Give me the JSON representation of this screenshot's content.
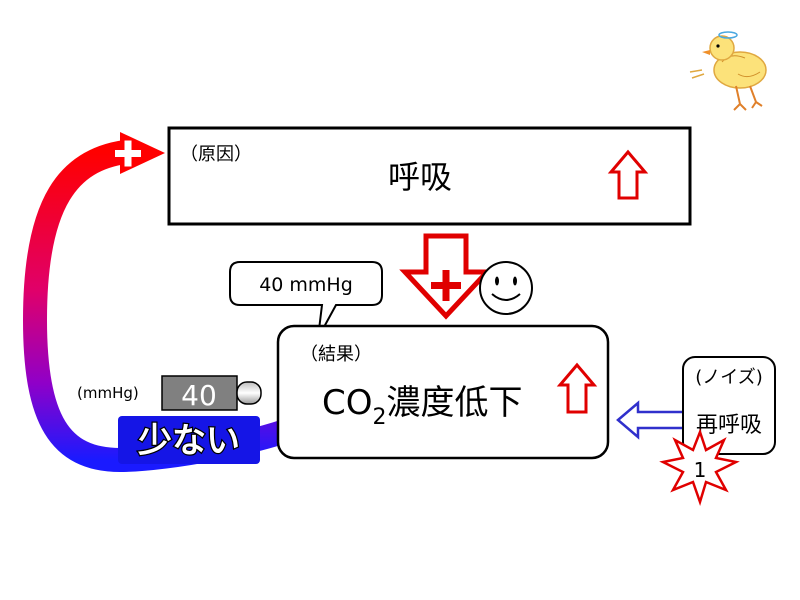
{
  "cause_box": {
    "tag": "（原因）",
    "title": "呼吸"
  },
  "result_box": {
    "tag": "（結果）",
    "title_main": "CO",
    "title_sub": "2",
    "title_rest": "濃度低下"
  },
  "callout": {
    "text": "40 mmHg"
  },
  "meter": {
    "unit": "(mmHg)",
    "value": "40"
  },
  "low_label": {
    "text": "少ない"
  },
  "noise_box": {
    "tag": "(ノイズ)",
    "title": "再呼吸"
  },
  "burst": {
    "number": "1"
  },
  "colors": {
    "feedback_gradient_start": "#ff0000",
    "feedback_gradient_end": "#1a1aff",
    "low_label_bg": "#1515e6",
    "arrow_red": "#e00000",
    "noise_arrow": "#3030cc",
    "meter_bg": "#808080"
  },
  "icons": {
    "plus_top": "plus-icon",
    "plus_center": "plus-icon",
    "smiley": "smiley-face-icon",
    "chick": "chick-illustration",
    "burst": "starburst-icon"
  }
}
